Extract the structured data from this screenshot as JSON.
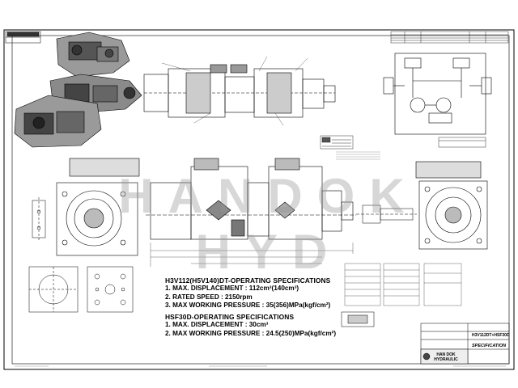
{
  "watermark": "HANDOK HYD",
  "specs_h3v": {
    "title": "H3V112(H5V140)DT-OPERATING SPECIFICATIONS",
    "line1": "1. MAX. DISPLACEMENT : 112cm³(140cm³)",
    "line2": "2. RATED SPEED : 2150rpm",
    "line3": "3. MAX WORKING PRESSURE : 35(356)MPa(kgf/cm²)"
  },
  "specs_hsf": {
    "title": "HSF30D-OPERATING SPECIFICATIONS",
    "line1": "1. MAX. DISPLACEMENT : 30cm³",
    "line2": "2. MAX WORKING PRESSURE : 24.5(250)MPa(kgf/cm²)"
  },
  "title_block": {
    "company": "HAN DOK HYDRAULIC",
    "part_no": "H3V112DT+HSF30D",
    "drawing_type": "SPECIFICATION"
  },
  "colors": {
    "line": "#000000",
    "watermark": "#969696"
  }
}
